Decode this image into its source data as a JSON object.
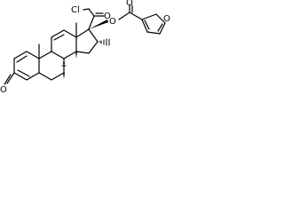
{
  "molecule": {
    "atom_labels": {
      "chlorine": "Cl",
      "ketone_oxygen": "O",
      "ester_oxygen": "O",
      "ester_carbonyl_oxygen": "O",
      "furan_oxygen": "O",
      "ring_ketone_oxygen": "O"
    }
  }
}
